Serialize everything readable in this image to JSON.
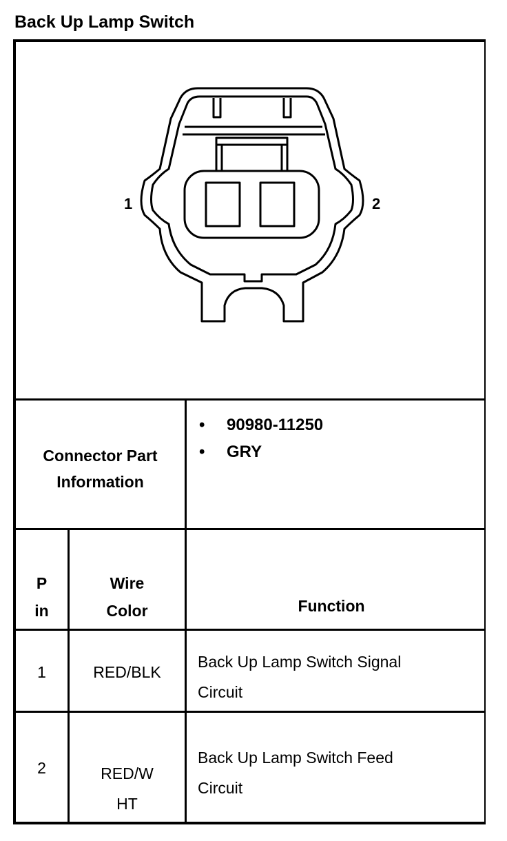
{
  "title": "Back Up Lamp Switch",
  "diagram": {
    "pin_labels": [
      "1",
      "2"
    ]
  },
  "connector_info": {
    "label_line1": "Connector Part",
    "label_line2": "Information",
    "items": [
      "90980-11250",
      "GRY"
    ]
  },
  "table": {
    "headers": {
      "pin_line1": "P",
      "pin_line2": "in",
      "wire_line1": "Wire",
      "wire_line2": "Color",
      "function": "Function"
    },
    "rows": [
      {
        "pin": "1",
        "wire_line1": "RED/BLK",
        "wire_line2": "",
        "function_line1": "Back Up Lamp Switch Signal",
        "function_line2": "Circuit"
      },
      {
        "pin": "2",
        "wire_line1": "RED/W",
        "wire_line2": "HT",
        "function_line1": "Back Up Lamp Switch Feed",
        "function_line2": "Circuit"
      }
    ]
  }
}
